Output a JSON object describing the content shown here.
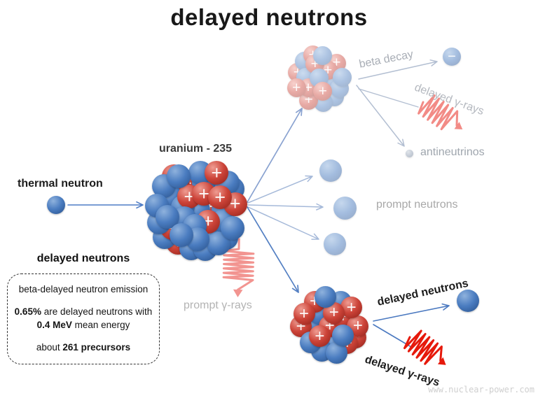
{
  "title": "delayed neutrons",
  "labels": {
    "thermal_neutron": "thermal neutron",
    "uranium_235": "uranium - 235",
    "beta_decay": "beta decay",
    "delayed_gamma_rays_top": "delayed γ-rays",
    "antineutrinos": "antineutrinos",
    "prompt_neutrons": "prompt neutrons",
    "prompt_gamma_rays": "prompt γ-rays",
    "delayed_neutrons": "delayed neutrons",
    "delayed_gamma_rays_bottom": "delayed γ-rays"
  },
  "info_panel": {
    "heading": "delayed neutrons",
    "line1": "beta-delayed neutron emission",
    "line2": {
      "bold": "0.65%",
      "rest": " are delayed neutrons with"
    },
    "line3": {
      "bold": "0.4 MeV",
      "rest": " mean energy"
    },
    "line4": {
      "pre": "about ",
      "bold": "261 precursors"
    }
  },
  "particles": {
    "proton_symbol": "+",
    "beta_symbol": "−"
  },
  "watermark": "www.nuclear-power.com",
  "colors": {
    "neutron_blue": "#3f6fb5",
    "proton_red": "#c8433a",
    "arrow_blue": "#4b79c0",
    "faded_arrow_gray": "#b3bfd2",
    "gamma_pink": "#f2918c",
    "gamma_red": "#e6190b",
    "label_gray": "#a8a8a8"
  }
}
